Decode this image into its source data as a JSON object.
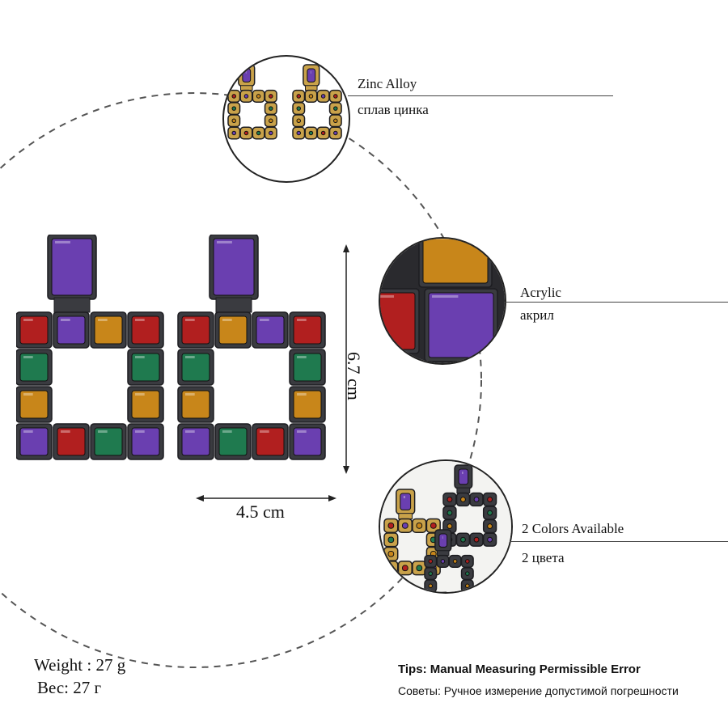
{
  "colors": {
    "gunmetal": "#3a3b40",
    "gold": "#c9a24a",
    "purple": "#6a3fb0",
    "red": "#b11f1f",
    "amber": "#c8861a",
    "green": "#1f7a4f"
  },
  "dimensions": {
    "height_label": "6.7 cm",
    "width_label": "4.5 cm"
  },
  "callouts": {
    "material": {
      "en": "Zinc Alloy",
      "ru": "сплав цинка"
    },
    "stone": {
      "en": "Acrylic",
      "ru": "акрил"
    },
    "colors": {
      "en": "2 Colors Available",
      "ru": "2 цвета"
    }
  },
  "weight": {
    "en": "Weight : 27 g",
    "ru": "Вес: 27 г"
  },
  "tips": {
    "en": "Tips: Manual Measuring Permissible Error",
    "ru": "Советы: Ручное измерение допустимой погрешности"
  }
}
